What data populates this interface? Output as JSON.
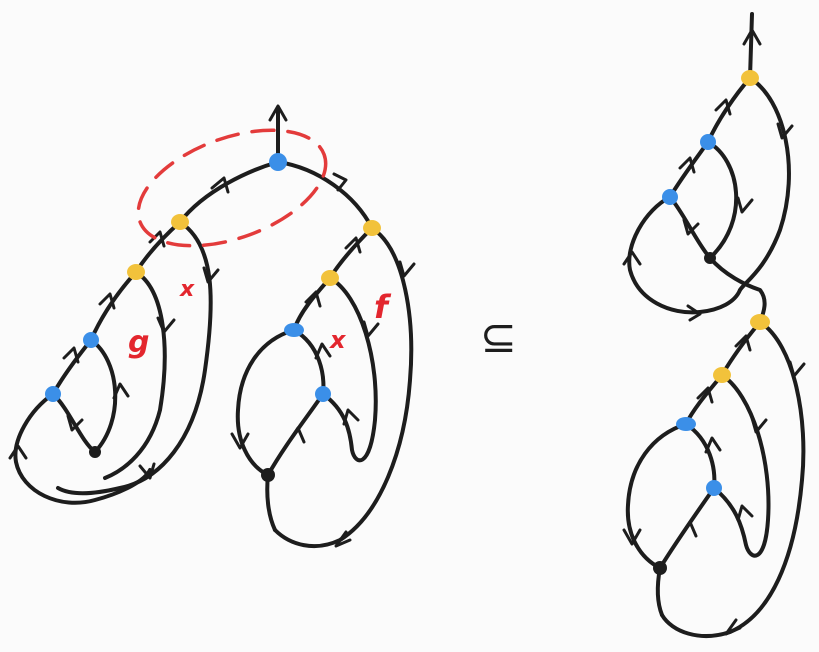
{
  "colors": {
    "stroke": "#1d1d1d",
    "blue_node": "#3b8fe8",
    "yellow_node": "#f2c23b",
    "black_node": "#1d1d1d",
    "annotation": "#e3262e"
  },
  "labels": {
    "g": "g",
    "x_left": "x",
    "x_middle": "x",
    "f": "f",
    "relation": "⊆"
  }
}
